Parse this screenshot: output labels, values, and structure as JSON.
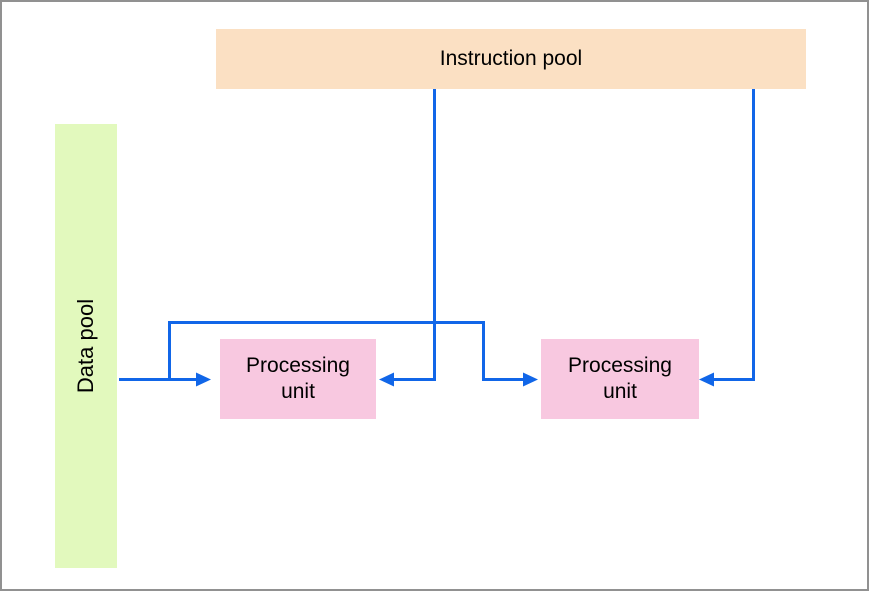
{
  "diagram": {
    "nodes": {
      "instruction_pool": {
        "label": "Instruction pool"
      },
      "data_pool": {
        "label": "Data pool"
      },
      "processing_units": [
        {
          "label": "Processing\nunit"
        },
        {
          "label": "Processing\nunit"
        }
      ]
    },
    "connections": [
      {
        "from": "instruction-pool",
        "to": "processing-unit-1"
      },
      {
        "from": "instruction-pool",
        "to": "processing-unit-2"
      },
      {
        "from": "data-pool",
        "to": "processing-unit-1"
      },
      {
        "from": "data-pool",
        "to": "processing-unit-2"
      }
    ]
  },
  "colors": {
    "instruction_pool_bg": "#FBE0C3",
    "data_pool_bg": "#E2F9BD",
    "processing_unit_bg": "#F8C8E0",
    "arrow_blue": "#1166E8",
    "label_text": "#000000",
    "frame_border": "#919191",
    "canvas_bg": "#FFFFFF"
  }
}
